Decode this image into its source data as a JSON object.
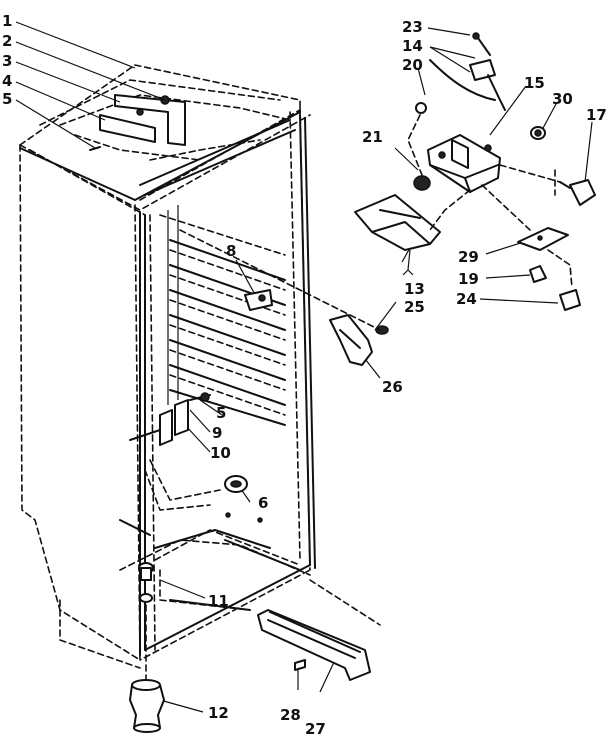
{
  "labels": {
    "p1": "1",
    "p2": "2",
    "p3": "3",
    "p4": "4",
    "p5a": "5",
    "p5b": "5",
    "p6": "6",
    "p8": "8",
    "p9": "9",
    "p10": "10",
    "p11": "11",
    "p12": "12",
    "p13": "13",
    "p14": "14",
    "p15": "15",
    "p17": "17",
    "p19": "19",
    "p20": "20",
    "p21": "21",
    "p23": "23",
    "p24": "24",
    "p25": "25",
    "p26": "26",
    "p27": "27",
    "p28": "28",
    "p29": "29",
    "p30": "30"
  }
}
